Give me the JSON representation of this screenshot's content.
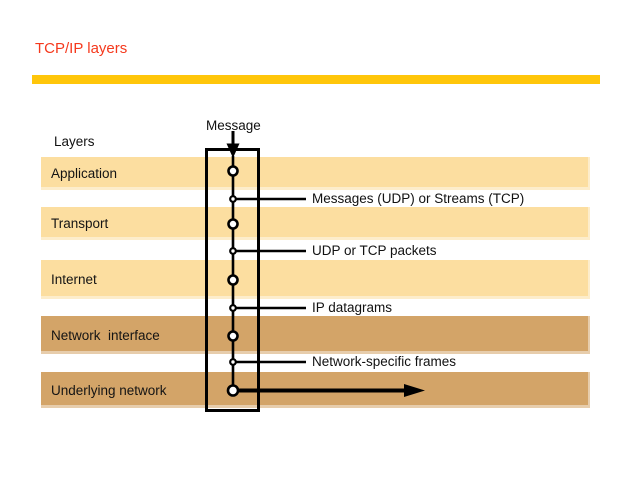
{
  "slide": {
    "title": "TCP/IP layers"
  },
  "colors": {
    "accent-red": "#f5391d",
    "gold-bar": "#ffc60a",
    "layer-light": "#fcdea0",
    "layer-dark": "#d3a468",
    "line-black": "#000000"
  },
  "diagram": {
    "layers_caption": "Layers",
    "message_label": "Message",
    "layers": [
      {
        "name": "Application",
        "tone": "light"
      },
      {
        "name": "Transport",
        "tone": "light"
      },
      {
        "name": "Internet",
        "tone": "light"
      },
      {
        "name": "Network  interface",
        "tone": "dark"
      },
      {
        "name": "Underlying network",
        "tone": "dark"
      }
    ],
    "annotations": [
      {
        "label": "Messages (UDP) or Streams (TCP)"
      },
      {
        "label": "UDP or TCP packets"
      },
      {
        "label": "IP datagrams"
      },
      {
        "label": "Network-specific frames"
      }
    ]
  }
}
